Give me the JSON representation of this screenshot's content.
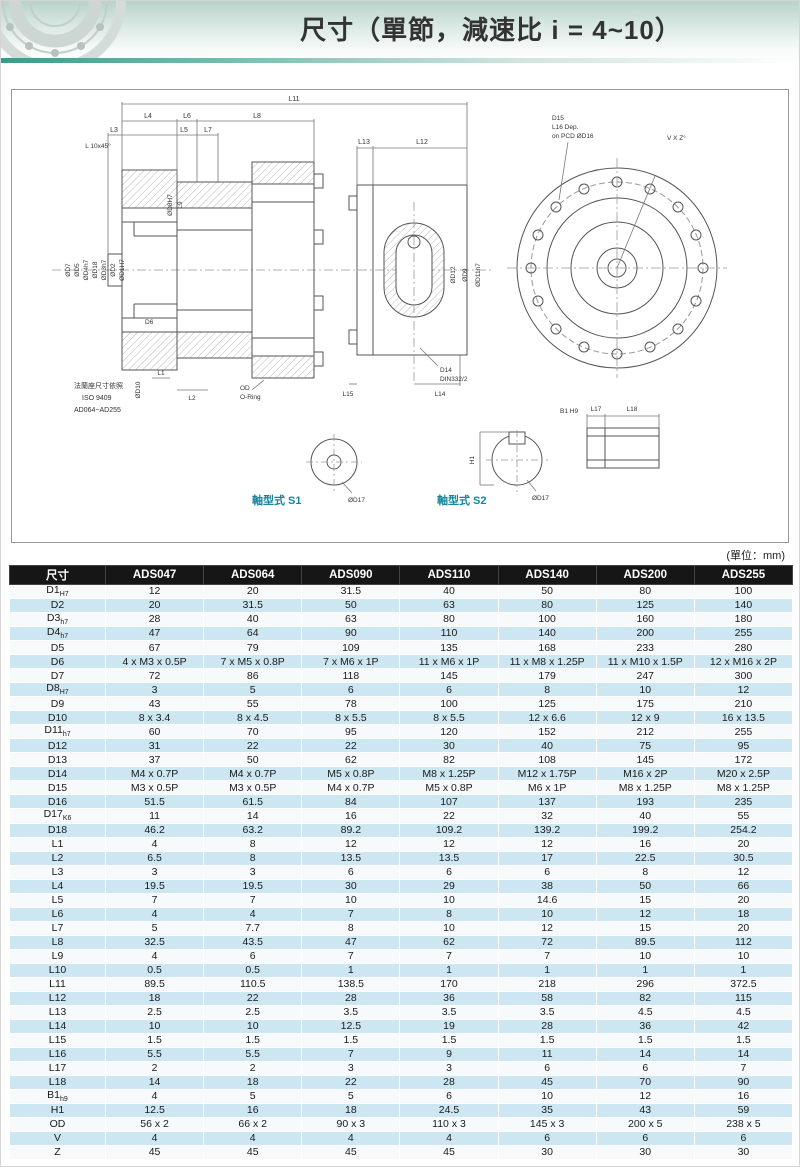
{
  "page": {
    "title": "尺寸（單節，減速比 i = 4~10）",
    "unit_note": "(單位：mm)"
  },
  "drawing": {
    "l11": "L11",
    "l4": "L4",
    "l6": "L6",
    "l8": "L8",
    "l3": "L3",
    "l5": "L5",
    "l7": "L7",
    "l10": "L 10x45°",
    "d7": "ØD7",
    "d5": "ØD5",
    "d4": "ØD4h7",
    "d18": "ØD18",
    "d3": "ØD3h7",
    "d2": "ØD2",
    "d1": "ØD1H7",
    "d8": "ØD8H7",
    "l9": "L9",
    "d6": "D6",
    "d10": "ØD10",
    "l1": "L1",
    "l2": "L2",
    "flange_note_1": "法蘭座尺寸依照",
    "flange_note_2": "ISO 9409",
    "flange_note_3": "AD064~AD255",
    "oring_1": "OD",
    "oring_2": "O-Ring",
    "l13": "L13",
    "l12": "L12",
    "d12": "ØD12",
    "d9": "ØD9",
    "d11": "ØD11h7",
    "l15": "L15",
    "l14": "L14",
    "d14_1": "D14",
    "d14_2": "DIN332/2",
    "d15_1": "D15",
    "d15_2": "L16 Dep.",
    "d15_3": "on PCD ØD16",
    "vxz": "V X Z°",
    "b1": "B1 H9",
    "l17": "L17",
    "l18": "L18",
    "h1": "H1",
    "s1_dia": "ØD17",
    "s2_dia": "ØD17",
    "shaft_s1": "軸型式 S1",
    "shaft_s2": "軸型式 S2"
  },
  "table": {
    "headers": [
      "尺寸",
      "ADS047",
      "ADS064",
      "ADS090",
      "ADS110",
      "ADS140",
      "ADS200",
      "ADS255"
    ],
    "rows": [
      {
        "label": "D1",
        "sub": "H7",
        "values": [
          "12",
          "20",
          "31.5",
          "40",
          "50",
          "80",
          "100"
        ]
      },
      {
        "label": "D2",
        "sub": "",
        "values": [
          "20",
          "31.5",
          "50",
          "63",
          "80",
          "125",
          "140"
        ]
      },
      {
        "label": "D3",
        "sub": "h7",
        "values": [
          "28",
          "40",
          "63",
          "80",
          "100",
          "160",
          "180"
        ]
      },
      {
        "label": "D4",
        "sub": "h7",
        "values": [
          "47",
          "64",
          "90",
          "110",
          "140",
          "200",
          "255"
        ]
      },
      {
        "label": "D5",
        "sub": "",
        "values": [
          "67",
          "79",
          "109",
          "135",
          "168",
          "233",
          "280"
        ]
      },
      {
        "label": "D6",
        "sub": "",
        "values": [
          "4 x M3 x 0.5P",
          "7 x M5 x 0.8P",
          "7 x M6 x 1P",
          "11 x M6 x 1P",
          "11 x M8 x 1.25P",
          "11 x M10 x 1.5P",
          "12 x M16 x 2P"
        ]
      },
      {
        "label": "D7",
        "sub": "",
        "values": [
          "72",
          "86",
          "118",
          "145",
          "179",
          "247",
          "300"
        ]
      },
      {
        "label": "D8",
        "sub": "H7",
        "values": [
          "3",
          "5",
          "6",
          "6",
          "8",
          "10",
          "12"
        ]
      },
      {
        "label": "D9",
        "sub": "",
        "values": [
          "43",
          "55",
          "78",
          "100",
          "125",
          "175",
          "210"
        ]
      },
      {
        "label": "D10",
        "sub": "",
        "values": [
          "8 x 3.4",
          "8 x 4.5",
          "8 x 5.5",
          "8 x 5.5",
          "12 x 6.6",
          "12 x 9",
          "16 x 13.5"
        ]
      },
      {
        "label": "D11",
        "sub": "h7",
        "values": [
          "60",
          "70",
          "95",
          "120",
          "152",
          "212",
          "255"
        ]
      },
      {
        "label": "D12",
        "sub": "",
        "values": [
          "31",
          "22",
          "22",
          "30",
          "40",
          "75",
          "95"
        ]
      },
      {
        "label": "D13",
        "sub": "",
        "values": [
          "37",
          "50",
          "62",
          "82",
          "108",
          "145",
          "172"
        ]
      },
      {
        "label": "D14",
        "sub": "",
        "values": [
          "M4 x 0.7P",
          "M4 x 0.7P",
          "M5 x 0.8P",
          "M8 x 1.25P",
          "M12 x 1.75P",
          "M16 x 2P",
          "M20 x 2.5P"
        ]
      },
      {
        "label": "D15",
        "sub": "",
        "values": [
          "M3 x 0.5P",
          "M3 x 0.5P",
          "M4 x 0.7P",
          "M5 x 0.8P",
          "M6 x 1P",
          "M8 x 1.25P",
          "M8 x 1.25P"
        ]
      },
      {
        "label": "D16",
        "sub": "",
        "values": [
          "51.5",
          "61.5",
          "84",
          "107",
          "137",
          "193",
          "235"
        ]
      },
      {
        "label": "D17",
        "sub": "K6",
        "values": [
          "11",
          "14",
          "16",
          "22",
          "32",
          "40",
          "55"
        ]
      },
      {
        "label": "D18",
        "sub": "",
        "values": [
          "46.2",
          "63.2",
          "89.2",
          "109.2",
          "139.2",
          "199.2",
          "254.2"
        ]
      },
      {
        "label": "L1",
        "sub": "",
        "values": [
          "4",
          "8",
          "12",
          "12",
          "12",
          "16",
          "20"
        ]
      },
      {
        "label": "L2",
        "sub": "",
        "values": [
          "6.5",
          "8",
          "13.5",
          "13.5",
          "17",
          "22.5",
          "30.5"
        ]
      },
      {
        "label": "L3",
        "sub": "",
        "values": [
          "3",
          "3",
          "6",
          "6",
          "6",
          "8",
          "12"
        ]
      },
      {
        "label": "L4",
        "sub": "",
        "values": [
          "19.5",
          "19.5",
          "30",
          "29",
          "38",
          "50",
          "66"
        ]
      },
      {
        "label": "L5",
        "sub": "",
        "values": [
          "7",
          "7",
          "10",
          "10",
          "14.6",
          "15",
          "20"
        ]
      },
      {
        "label": "L6",
        "sub": "",
        "values": [
          "4",
          "4",
          "7",
          "8",
          "10",
          "12",
          "18"
        ]
      },
      {
        "label": "L7",
        "sub": "",
        "values": [
          "5",
          "7.7",
          "8",
          "10",
          "12",
          "15",
          "20"
        ]
      },
      {
        "label": "L8",
        "sub": "",
        "values": [
          "32.5",
          "43.5",
          "47",
          "62",
          "72",
          "89.5",
          "112"
        ]
      },
      {
        "label": "L9",
        "sub": "",
        "values": [
          "4",
          "6",
          "7",
          "7",
          "7",
          "10",
          "10"
        ]
      },
      {
        "label": "L10",
        "sub": "",
        "values": [
          "0.5",
          "0.5",
          "1",
          "1",
          "1",
          "1",
          "1"
        ]
      },
      {
        "label": "L11",
        "sub": "",
        "values": [
          "89.5",
          "110.5",
          "138.5",
          "170",
          "218",
          "296",
          "372.5"
        ]
      },
      {
        "label": "L12",
        "sub": "",
        "values": [
          "18",
          "22",
          "28",
          "36",
          "58",
          "82",
          "115"
        ]
      },
      {
        "label": "L13",
        "sub": "",
        "values": [
          "2.5",
          "2.5",
          "3.5",
          "3.5",
          "3.5",
          "4.5",
          "4.5"
        ]
      },
      {
        "label": "L14",
        "sub": "",
        "values": [
          "10",
          "10",
          "12.5",
          "19",
          "28",
          "36",
          "42"
        ]
      },
      {
        "label": "L15",
        "sub": "",
        "values": [
          "1.5",
          "1.5",
          "1.5",
          "1.5",
          "1.5",
          "1.5",
          "1.5"
        ]
      },
      {
        "label": "L16",
        "sub": "",
        "values": [
          "5.5",
          "5.5",
          "7",
          "9",
          "11",
          "14",
          "14"
        ]
      },
      {
        "label": "L17",
        "sub": "",
        "values": [
          "2",
          "2",
          "3",
          "3",
          "6",
          "6",
          "7"
        ]
      },
      {
        "label": "L18",
        "sub": "",
        "values": [
          "14",
          "18",
          "22",
          "28",
          "45",
          "70",
          "90"
        ]
      },
      {
        "label": "B1",
        "sub": "h9",
        "values": [
          "4",
          "5",
          "5",
          "6",
          "10",
          "12",
          "16"
        ]
      },
      {
        "label": "H1",
        "sub": "",
        "values": [
          "12.5",
          "16",
          "18",
          "24.5",
          "35",
          "43",
          "59"
        ]
      },
      {
        "label": "OD",
        "sub": "",
        "values": [
          "56 x 2",
          "66 x 2",
          "90 x 3",
          "110 x 3",
          "145 x 3",
          "200 x 5",
          "238 x 5"
        ]
      },
      {
        "label": "V",
        "sub": "",
        "values": [
          "4",
          "4",
          "4",
          "4",
          "6",
          "6",
          "6"
        ]
      },
      {
        "label": "Z",
        "sub": "",
        "values": [
          "45",
          "45",
          "45",
          "45",
          "30",
          "30",
          "30"
        ]
      }
    ]
  }
}
